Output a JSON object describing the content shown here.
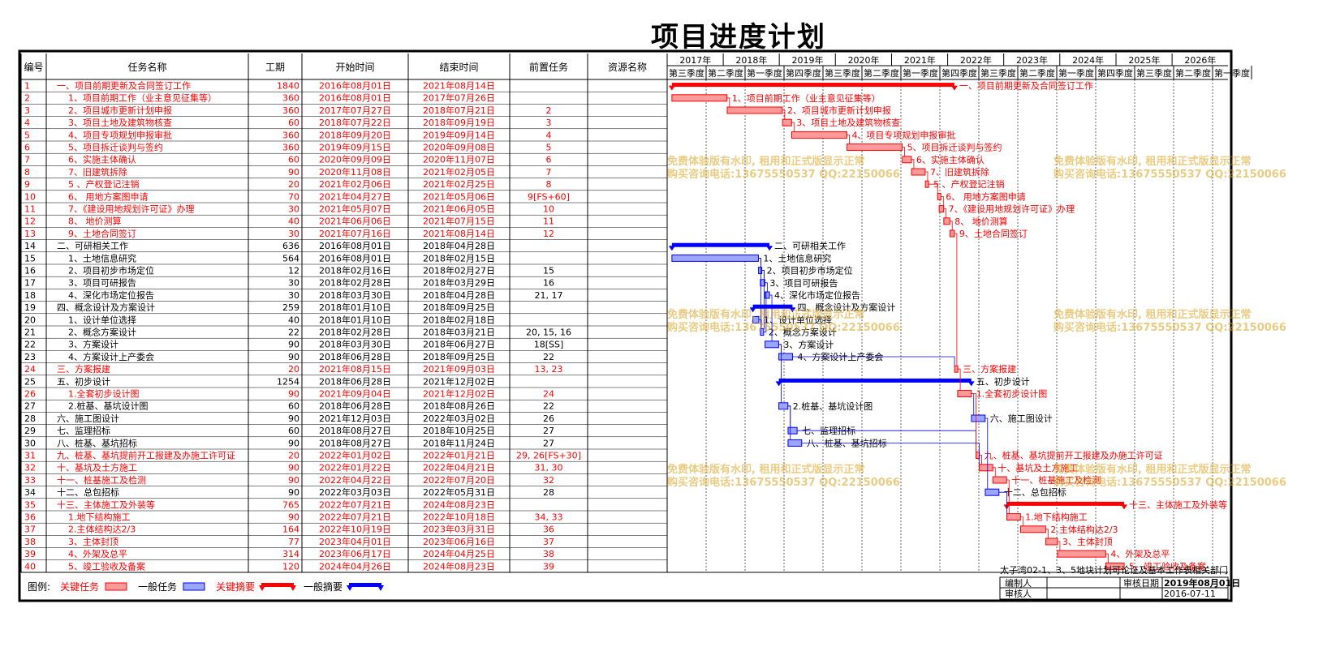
{
  "page": {
    "title": "项目进度计划"
  },
  "colors": {
    "critical": "#ff0000",
    "normal": "#0000ff",
    "critical_fill": "#ff9a9a",
    "normal_fill": "#9aa6ff",
    "watermark": "#d9a21c"
  },
  "table": {
    "columns": [
      "编号",
      "任务名称",
      "工期",
      "开始时间",
      "结束时间",
      "前置任务",
      "资源名称"
    ],
    "rows": [
      {
        "id": "1",
        "name": "一、项目前期更新及合同签订工作",
        "dur": "1840",
        "start": "2016年08月01日",
        "end": "2021年08月14日",
        "pred": "",
        "crit": true,
        "summary": true,
        "indent": 0
      },
      {
        "id": "2",
        "name": "1、项目前期工作（业主意见征集等）",
        "dur": "360",
        "start": "2016年08月01日",
        "end": "2017年07月26日",
        "pred": "",
        "crit": true,
        "summary": false,
        "indent": 1
      },
      {
        "id": "3",
        "name": "2、项目城市更新计划申报",
        "dur": "360",
        "start": "2017年07月27日",
        "end": "2018年07月21日",
        "pred": "2",
        "crit": true,
        "summary": false,
        "indent": 1
      },
      {
        "id": "4",
        "name": "3、项目土地及建筑物核查",
        "dur": "60",
        "start": "2018年07月22日",
        "end": "2018年09月19日",
        "pred": "3",
        "crit": true,
        "summary": false,
        "indent": 1
      },
      {
        "id": "5",
        "name": "4、项目专项规划申报审批",
        "dur": "360",
        "start": "2018年09月20日",
        "end": "2019年09月14日",
        "pred": "4",
        "crit": true,
        "summary": false,
        "indent": 1
      },
      {
        "id": "6",
        "name": "5、项目拆迁谈判与签约",
        "dur": "360",
        "start": "2019年09月15日",
        "end": "2020年09月08日",
        "pred": "5",
        "crit": true,
        "summary": false,
        "indent": 1
      },
      {
        "id": "7",
        "name": "6、实施主体确认",
        "dur": "60",
        "start": "2020年09月09日",
        "end": "2020年11月07日",
        "pred": "6",
        "crit": true,
        "summary": false,
        "indent": 1
      },
      {
        "id": "8",
        "name": "7、旧建筑拆除",
        "dur": "90",
        "start": "2020年11月08日",
        "end": "2021年02月05日",
        "pred": "7",
        "crit": true,
        "summary": false,
        "indent": 1
      },
      {
        "id": "9",
        "name": "5 、产权登记注销",
        "dur": "20",
        "start": "2021年02月06日",
        "end": "2021年02月25日",
        "pred": "8",
        "crit": true,
        "summary": false,
        "indent": 1
      },
      {
        "id": "10",
        "name": "6、 用地方案图申请",
        "dur": "70",
        "start": "2021年04月27日",
        "end": "2021年05月06日",
        "pred": "9[FS+60]",
        "crit": true,
        "summary": false,
        "indent": 1
      },
      {
        "id": "11",
        "name": "7、《建设用地规划许可证》办理",
        "dur": "30",
        "start": "2021年05月07日",
        "end": "2021年06月05日",
        "pred": "10",
        "crit": true,
        "summary": false,
        "indent": 1
      },
      {
        "id": "12",
        "name": "8、 地价测算",
        "dur": "40",
        "start": "2021年06月06日",
        "end": "2021年07月15日",
        "pred": "11",
        "crit": true,
        "summary": false,
        "indent": 1
      },
      {
        "id": "13",
        "name": "9、土地合同签订",
        "dur": "30",
        "start": "2021年07月16日",
        "end": "2021年08月14日",
        "pred": "12",
        "crit": true,
        "summary": false,
        "indent": 1
      },
      {
        "id": "14",
        "name": "二、可研相关工作",
        "dur": "636",
        "start": "2016年08月01日",
        "end": "2018年04月28日",
        "pred": "",
        "crit": false,
        "summary": true,
        "indent": 0
      },
      {
        "id": "15",
        "name": "1、土地信息研究",
        "dur": "564",
        "start": "2016年08月01日",
        "end": "2018年02月15日",
        "pred": "",
        "crit": false,
        "summary": false,
        "indent": 1
      },
      {
        "id": "16",
        "name": "2、项目初步市场定位",
        "dur": "12",
        "start": "2018年02月16日",
        "end": "2018年02月27日",
        "pred": "15",
        "crit": false,
        "summary": false,
        "indent": 1
      },
      {
        "id": "17",
        "name": "3、项目可研报告",
        "dur": "30",
        "start": "2018年02月28日",
        "end": "2018年03月29日",
        "pred": "16",
        "crit": false,
        "summary": false,
        "indent": 1
      },
      {
        "id": "18",
        "name": "4、深化市场定位报告",
        "dur": "30",
        "start": "2018年03月30日",
        "end": "2018年04月28日",
        "pred": "21, 17",
        "crit": false,
        "summary": false,
        "indent": 1
      },
      {
        "id": "19",
        "name": "四、概念设计及方案设计",
        "dur": "259",
        "start": "2018年01月10日",
        "end": "2018年09月25日",
        "pred": "",
        "crit": false,
        "summary": true,
        "indent": 0
      },
      {
        "id": "20",
        "name": "1、设计单位选择",
        "dur": "40",
        "start": "2018年01月10日",
        "end": "2018年02月18日",
        "pred": "",
        "crit": false,
        "summary": false,
        "indent": 1
      },
      {
        "id": "21",
        "name": "2、概念方案设计",
        "dur": "22",
        "start": "2018年02月28日",
        "end": "2018年03月21日",
        "pred": "20, 15, 16",
        "crit": false,
        "summary": false,
        "indent": 1
      },
      {
        "id": "22",
        "name": "3、方案设计",
        "dur": "90",
        "start": "2018年03月30日",
        "end": "2018年06月27日",
        "pred": "18[SS]",
        "crit": false,
        "summary": false,
        "indent": 1
      },
      {
        "id": "23",
        "name": "4、方案设计上产委会",
        "dur": "90",
        "start": "2018年06月28日",
        "end": "2018年09月25日",
        "pred": "22",
        "crit": false,
        "summary": false,
        "indent": 1
      },
      {
        "id": "24",
        "name": "三、方案报建",
        "dur": "20",
        "start": "2021年08月15日",
        "end": "2021年09月03日",
        "pred": "13, 23",
        "crit": true,
        "summary": false,
        "indent": 0
      },
      {
        "id": "25",
        "name": "五、初步设计",
        "dur": "1254",
        "start": "2018年06月28日",
        "end": "2021年12月02日",
        "pred": "",
        "crit": false,
        "summary": true,
        "indent": 0
      },
      {
        "id": "26",
        "name": "1.全套初步设计图",
        "dur": "90",
        "start": "2021年09月04日",
        "end": "2021年12月02日",
        "pred": "24",
        "crit": true,
        "summary": false,
        "indent": 1
      },
      {
        "id": "27",
        "name": "2.桩基、基坑设计图",
        "dur": "60",
        "start": "2018年06月28日",
        "end": "2018年08月26日",
        "pred": "22",
        "crit": false,
        "summary": false,
        "indent": 1
      },
      {
        "id": "28",
        "name": "六、施工图设计",
        "dur": "90",
        "start": "2021年12月03日",
        "end": "2022年03月02日",
        "pred": "26",
        "crit": false,
        "summary": false,
        "indent": 0
      },
      {
        "id": "29",
        "name": "七、监理招标",
        "dur": "60",
        "start": "2018年08月27日",
        "end": "2018年10月25日",
        "pred": "27",
        "crit": false,
        "summary": false,
        "indent": 0
      },
      {
        "id": "30",
        "name": "八、桩基、基坑招标",
        "dur": "90",
        "start": "2018年08月27日",
        "end": "2018年11月24日",
        "pred": "27",
        "crit": false,
        "summary": false,
        "indent": 0
      },
      {
        "id": "31",
        "name": "九、桩基、基坑提前开工报建及办施工许可证",
        "dur": "20",
        "start": "2022年01月02日",
        "end": "2022年01月21日",
        "pred": "29, 26[FS+30]",
        "crit": true,
        "summary": false,
        "indent": 0
      },
      {
        "id": "32",
        "name": "十、基坑及土方施工",
        "dur": "90",
        "start": "2022年01月22日",
        "end": "2022年04月21日",
        "pred": "31, 30",
        "crit": true,
        "summary": false,
        "indent": 0
      },
      {
        "id": "33",
        "name": "十一、桩基施工及检测",
        "dur": "90",
        "start": "2022年04月22日",
        "end": "2022年07月20日",
        "pred": "32",
        "crit": true,
        "summary": false,
        "indent": 0
      },
      {
        "id": "34",
        "name": "十二、总包招标",
        "dur": "90",
        "start": "2022年03月03日",
        "end": "2022年05月31日",
        "pred": "28",
        "crit": false,
        "summary": false,
        "indent": 0
      },
      {
        "id": "35",
        "name": "十三、主体施工及外装等",
        "dur": "765",
        "start": "2022年07月21日",
        "end": "2024年08月23日",
        "pred": "",
        "crit": true,
        "summary": true,
        "indent": 0
      },
      {
        "id": "36",
        "name": "1.地下结构施工",
        "dur": "90",
        "start": "2022年07月21日",
        "end": "2022年10月18日",
        "pred": "34, 33",
        "crit": true,
        "summary": false,
        "indent": 1
      },
      {
        "id": "37",
        "name": "2.主体结构达2/3",
        "dur": "164",
        "start": "2022年10月19日",
        "end": "2023年03月31日",
        "pred": "36",
        "crit": true,
        "summary": false,
        "indent": 1
      },
      {
        "id": "38",
        "name": "3、主体封顶",
        "dur": "77",
        "start": "2023年04月01日",
        "end": "2023年06月16日",
        "pred": "37",
        "crit": true,
        "summary": false,
        "indent": 1
      },
      {
        "id": "39",
        "name": "4、外架及总平",
        "dur": "314",
        "start": "2023年06月17日",
        "end": "2024年04月25日",
        "pred": "38",
        "crit": true,
        "summary": false,
        "indent": 1
      },
      {
        "id": "40",
        "name": "5、竣工验收及备案",
        "dur": "120",
        "start": "2024年04月26日",
        "end": "2024年08月23日",
        "pred": "39",
        "crit": true,
        "summary": false,
        "indent": 1
      }
    ]
  },
  "chart_data": {
    "type": "table",
    "timeline_years": [
      "2017年",
      "2018年",
      "2019年",
      "2020年",
      "2021年",
      "2022年",
      "2023年",
      "2024年",
      "2025年",
      "2026年"
    ],
    "quarter_labels": [
      "第三季度",
      "第二季度",
      "第一季度",
      "第四季度",
      "第三季度",
      "第二季度",
      "第一季度",
      "第四季度",
      "第三季度",
      "第二季度",
      "第一季度",
      "第四季度",
      "第三季度",
      "第二季度",
      "第一季度",
      "第四季度",
      "第三季度",
      "第二季度",
      "第一季度",
      "第四季度",
      "第三季度"
    ],
    "xlim": [
      "2016-07-01",
      "2026-06-30"
    ],
    "bar_labels": [
      "一、项目前期更新及合同签订工作",
      "1、项目前期工作（业主意见征集等）",
      "2、项目城市更新计划申报",
      "3、项目土地及建筑物核查",
      "4、项目专项规划申报审批",
      "5、项目拆迁谈判与签约",
      "6、实施主体确认",
      "7、旧建筑拆除",
      "5 、产权登记注销",
      "6、 用地方案图申请",
      "7、《建设用地规划许可证》办理",
      "8、 地价测算",
      "9、土地合同签订",
      "二、可研相关工作",
      "1、土地信息研究",
      "2、项目初步市场定位",
      "3、项目可研报告",
      "4、深化市场定位报告",
      "四、概念设计及方案设计",
      "1、设计单位选择",
      "2、概念方案设计",
      "3、方案设计",
      "4、方案设计上产委会",
      "三、方案报建",
      "五、初步设计",
      "1.全套初步设计图",
      "2.桩基、基坑设计图",
      "六、施工图设计",
      "七、监理招标",
      "八、桩基、基坑招标",
      "九、桩基、基坑提前开工报建及办施工许可证",
      "十、基坑及土方施工",
      "十一、桩基施工及检测",
      "十二、总包招标",
      "十三、主体施工及外装等",
      "1.地下结构施工",
      "2.主体结构达2/3",
      "3、主体封顶",
      "4、外架及总平",
      "5、竣工验收及备案"
    ]
  },
  "legend": {
    "title": "图例:",
    "items": [
      {
        "label": "关键任务",
        "kind": "task",
        "crit": true
      },
      {
        "label": "一般任务",
        "kind": "task",
        "crit": false
      },
      {
        "label": "关键摘要",
        "kind": "summary",
        "crit": true
      },
      {
        "label": "一般摘要",
        "kind": "summary",
        "crit": false
      }
    ]
  },
  "watermark": {
    "line1": "免费体验版有水印, 租用和正式版显示正常",
    "line2": "购买咨询电话:13675550537 QQ:22150066"
  },
  "title_block": {
    "project": "太子湾02-1、3、5地块计划可论证及基本工作表相关部门",
    "row1": [
      "编制人",
      "审核日期",
      "2019年08月01日"
    ],
    "row2": [
      "审核人",
      "",
      "2016-07-11"
    ]
  }
}
